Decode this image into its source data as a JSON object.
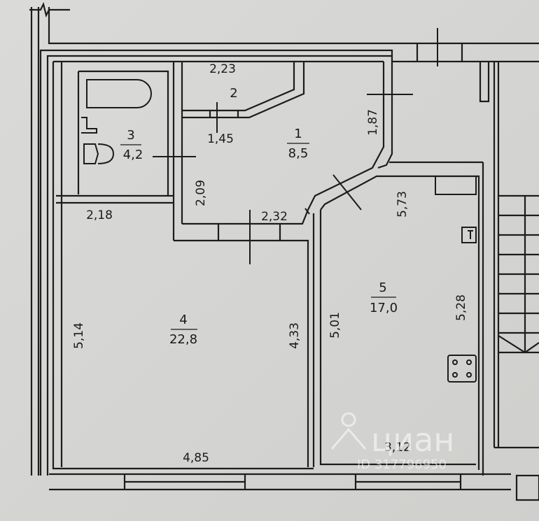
{
  "rooms": [
    {
      "number": "1",
      "area": "8,5"
    },
    {
      "number": "2",
      "area": ""
    },
    {
      "number": "3",
      "area": "4,2"
    },
    {
      "number": "4",
      "area": "22,8"
    },
    {
      "number": "5",
      "area": "17,0"
    }
  ],
  "dimensions": {
    "closet_width": "2,23",
    "closet_depth": "1,45",
    "hall_height": "1,87",
    "hall_side": "2,09",
    "hall_bottom": "2,32",
    "corridor_width": "2,18",
    "room4_height_left": "5,14",
    "room4_height_right": "4,33",
    "room4_width": "4,85",
    "kitchen_diag": "5,73",
    "kitchen_height_left": "5,01",
    "kitchen_height_right": "5,28",
    "kitchen_width": "3,12"
  },
  "watermark": {
    "brand": "циан",
    "id": "ID 317796950"
  }
}
